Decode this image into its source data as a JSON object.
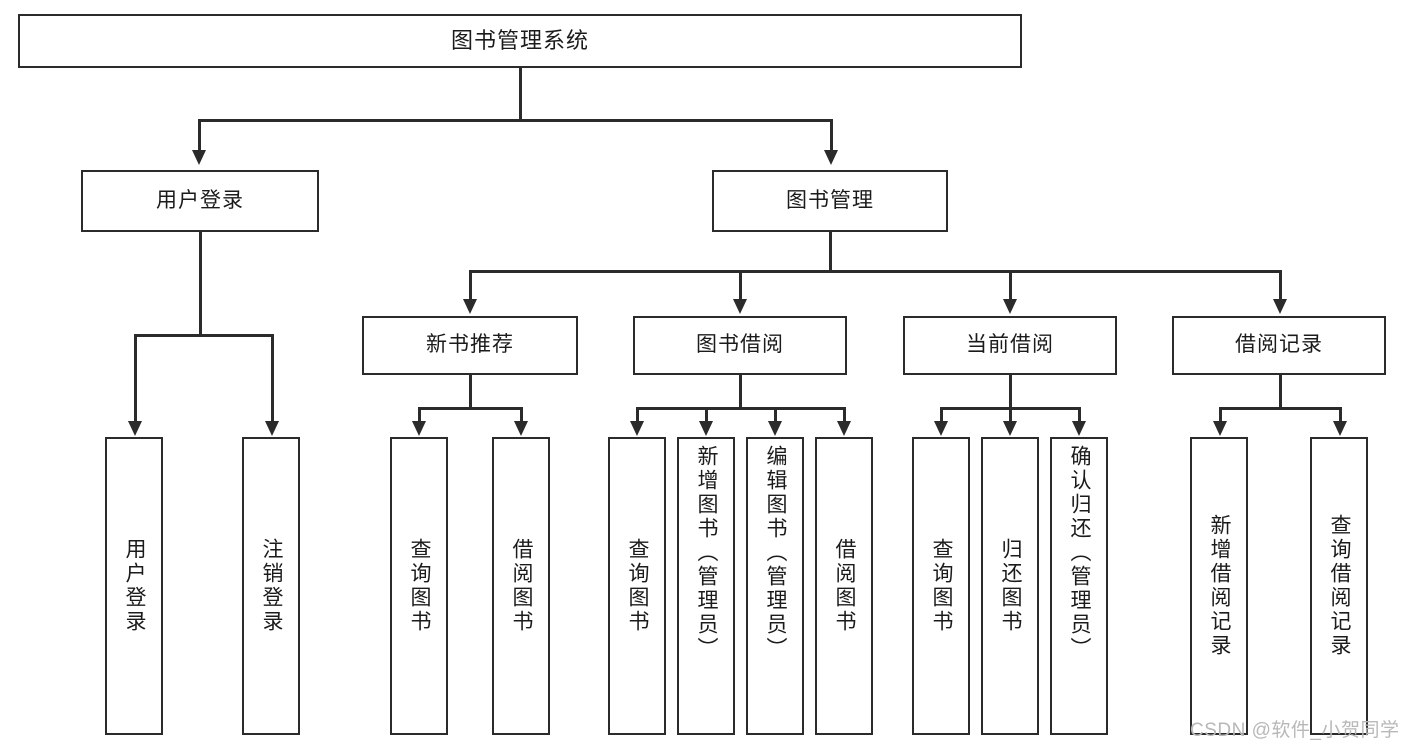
{
  "diagram": {
    "title": "图书管理系统",
    "type": "hierarchy-tree",
    "root": {
      "label": "图书管理系统"
    },
    "level2": [
      {
        "label": "用户登录"
      },
      {
        "label": "图书管理"
      }
    ],
    "level3": [
      {
        "label": "新书推荐"
      },
      {
        "label": "图书借阅"
      },
      {
        "label": "当前借阅"
      },
      {
        "label": "借阅记录"
      }
    ],
    "leaves": {
      "user_login": [
        {
          "label": "用户登录"
        },
        {
          "label": "注销登录"
        }
      ],
      "new_book_recommend": [
        {
          "label": "查询图书"
        },
        {
          "label": "借阅图书"
        }
      ],
      "book_borrow": [
        {
          "label": "查询图书"
        },
        {
          "label": "新增图书（管理员）"
        },
        {
          "label": "编辑图书（管理员）"
        },
        {
          "label": "借阅图书"
        }
      ],
      "current_borrow": [
        {
          "label": "查询图书"
        },
        {
          "label": "归还图书"
        },
        {
          "label": "确认归还（管理员）"
        }
      ],
      "borrow_record": [
        {
          "label": "新增借阅记录"
        },
        {
          "label": "查询借阅记录"
        }
      ]
    }
  },
  "watermark": {
    "text": "CSDN @软件_小贺同学"
  },
  "colors": {
    "stroke": "#2b2b2b",
    "background": "#ffffff",
    "text": "#1b1b1b",
    "watermark": "#b8b8b8"
  }
}
